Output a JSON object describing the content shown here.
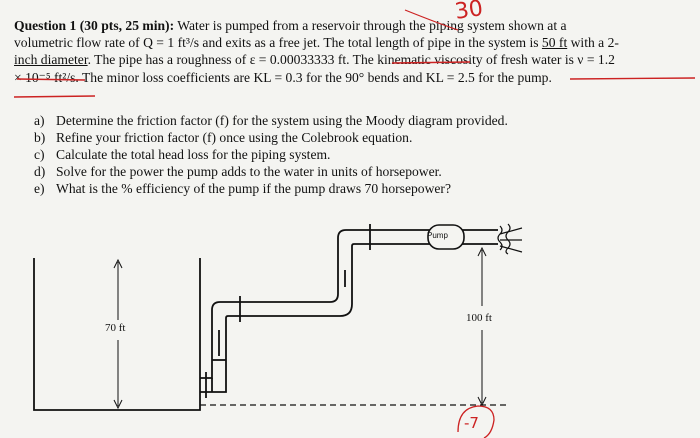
{
  "question": {
    "line1_head": "Question 1 (30 pts, 25 min):",
    "line1_rest": " Water is pumped from a reservoir through the piping system shown at a",
    "line2_a": "volumetric flow rate of Q = 1 ft³/s and exits as a free jet. The total length of pipe in the system is ",
    "line2_b": "50 ft",
    "line2_c": " with a 2-",
    "line3_a": "inch diameter",
    "line3_b": ". The pipe has a roughness of ε = 0.00033333 ft. The kinematic viscosity of fresh water is ν = 1.2",
    "line4": "× 10⁻⁵ ft²/s. The minor loss coefficients are KL = 0.3 for the 90° bends and KL = 2.5 for the pump."
  },
  "parts": [
    {
      "label": "a)",
      "text": "Determine the friction factor (f) for the system using the Moody diagram provided."
    },
    {
      "label": "b)",
      "text": "Refine your friction factor (f) once using the Colebrook equation."
    },
    {
      "label": "c)",
      "text": "Calculate the total head loss for the piping system."
    },
    {
      "label": "d)",
      "text": "Solve for the power the pump adds to the water in units of horsepower."
    },
    {
      "label": "e)",
      "text": "What is the % efficiency of the pump if the pump draws 70 horsepower?"
    }
  ],
  "diagram": {
    "pump_label": "Pump",
    "height_left": "70 ft",
    "height_right": "100 ft"
  },
  "handwriting": {
    "top_mark": "30",
    "bottom_mark": "-7"
  },
  "colors": {
    "ink": "#cc2222",
    "text": "#111111",
    "paper": "#f4f4f1"
  }
}
